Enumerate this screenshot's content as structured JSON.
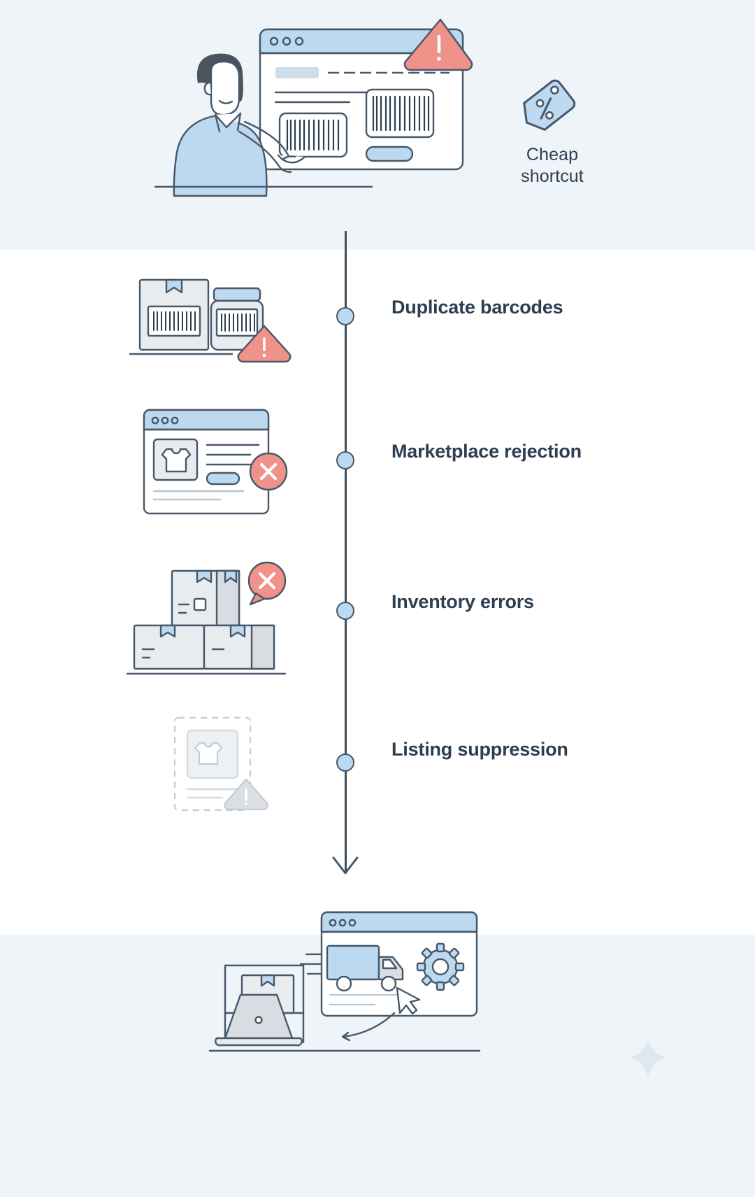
{
  "page": {
    "title": "Barcode shortcut consequences infographic",
    "background": "#ffffff"
  },
  "colors": {
    "band_background": "#eef4f8",
    "middle_background": "#ffffff",
    "ink": "#2c3e50",
    "line": "#46586a",
    "accent_blue": "#bcd9ef",
    "accent_blue_dark": "#a8cbe8",
    "danger_red": "#f0918a",
    "neutral_gray": "#d8dde1",
    "light_gray": "#e9ecef"
  },
  "hero": {
    "illustration_name": "person-pointing-at-browser-with-duplicate-barcodes",
    "browser_warning_icon": "warning-triangle-icon",
    "tag": {
      "icon": "price-tag-percent-icon",
      "label_line_1": "Cheap",
      "label_line_2": "shortcut"
    }
  },
  "timeline": {
    "orientation": "vertical",
    "arrow_direction": "down",
    "items": [
      {
        "label": "Duplicate barcodes",
        "icon": "box-and-jar-with-barcodes-icon",
        "badge": "warning-triangle-icon",
        "dot": "timeline-dot"
      },
      {
        "label": "Marketplace rejection",
        "icon": "product-listing-window-icon",
        "badge": "error-circle-x-icon",
        "dot": "timeline-dot"
      },
      {
        "label": "Inventory errors",
        "icon": "stacked-boxes-icon",
        "badge": "error-speech-bubble-x-icon",
        "dot": "timeline-dot"
      },
      {
        "label": "Listing suppression",
        "icon": "suppressed-listing-placeholder-icon",
        "badge": "muted-warning-triangle-icon",
        "dot": "timeline-dot"
      }
    ]
  },
  "footer": {
    "illustration_name": "warehouse-fulfillment-dashboard",
    "elements": [
      "shelf-with-box-icon",
      "delivery-truck-icon",
      "gear-icon",
      "browser-window-icon",
      "laptop-icon",
      "cursor-pointer-icon"
    ],
    "sparkle": "sparkle-decoration-icon"
  }
}
